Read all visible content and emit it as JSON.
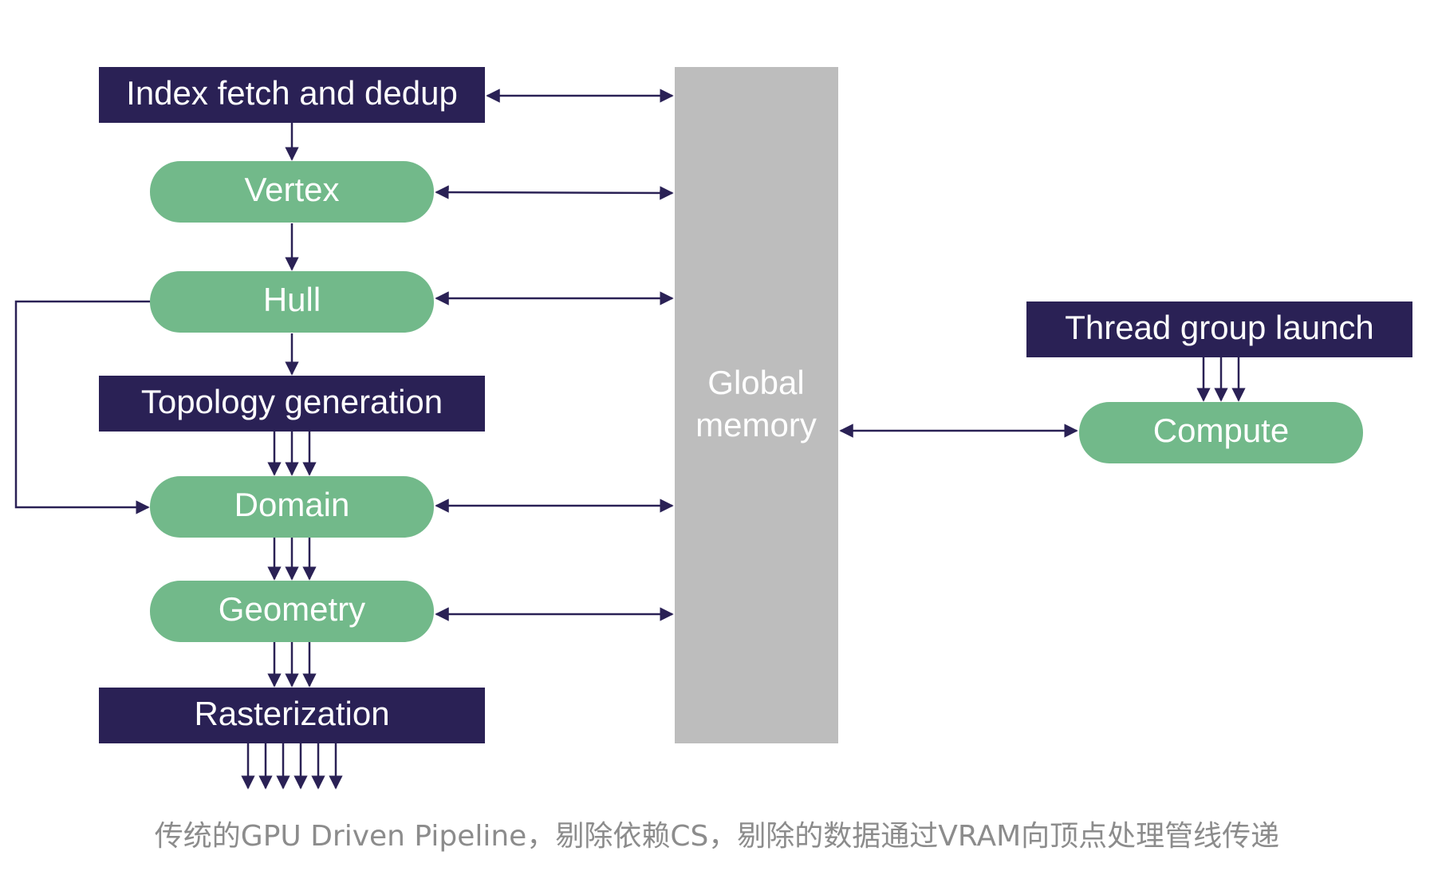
{
  "nodes": {
    "index_fetch": "Index fetch and dedup",
    "vertex": "Vertex",
    "hull": "Hull",
    "topology": "Topology generation",
    "domain": "Domain",
    "geometry": "Geometry",
    "rasterization": "Rasterization",
    "memory_line1": "Global",
    "memory_line2": "memory",
    "thread_group": "Thread group launch",
    "compute": "Compute"
  },
  "colors": {
    "dark_block": "#2a2155",
    "green_block": "#72b98a",
    "memory_block": "#bdbdbd",
    "caption": "#8c8c8c"
  },
  "caption": "传统的GPU Driven Pipeline，剔除依赖CS，剔除的数据通过VRAM向顶点处理管线传递"
}
